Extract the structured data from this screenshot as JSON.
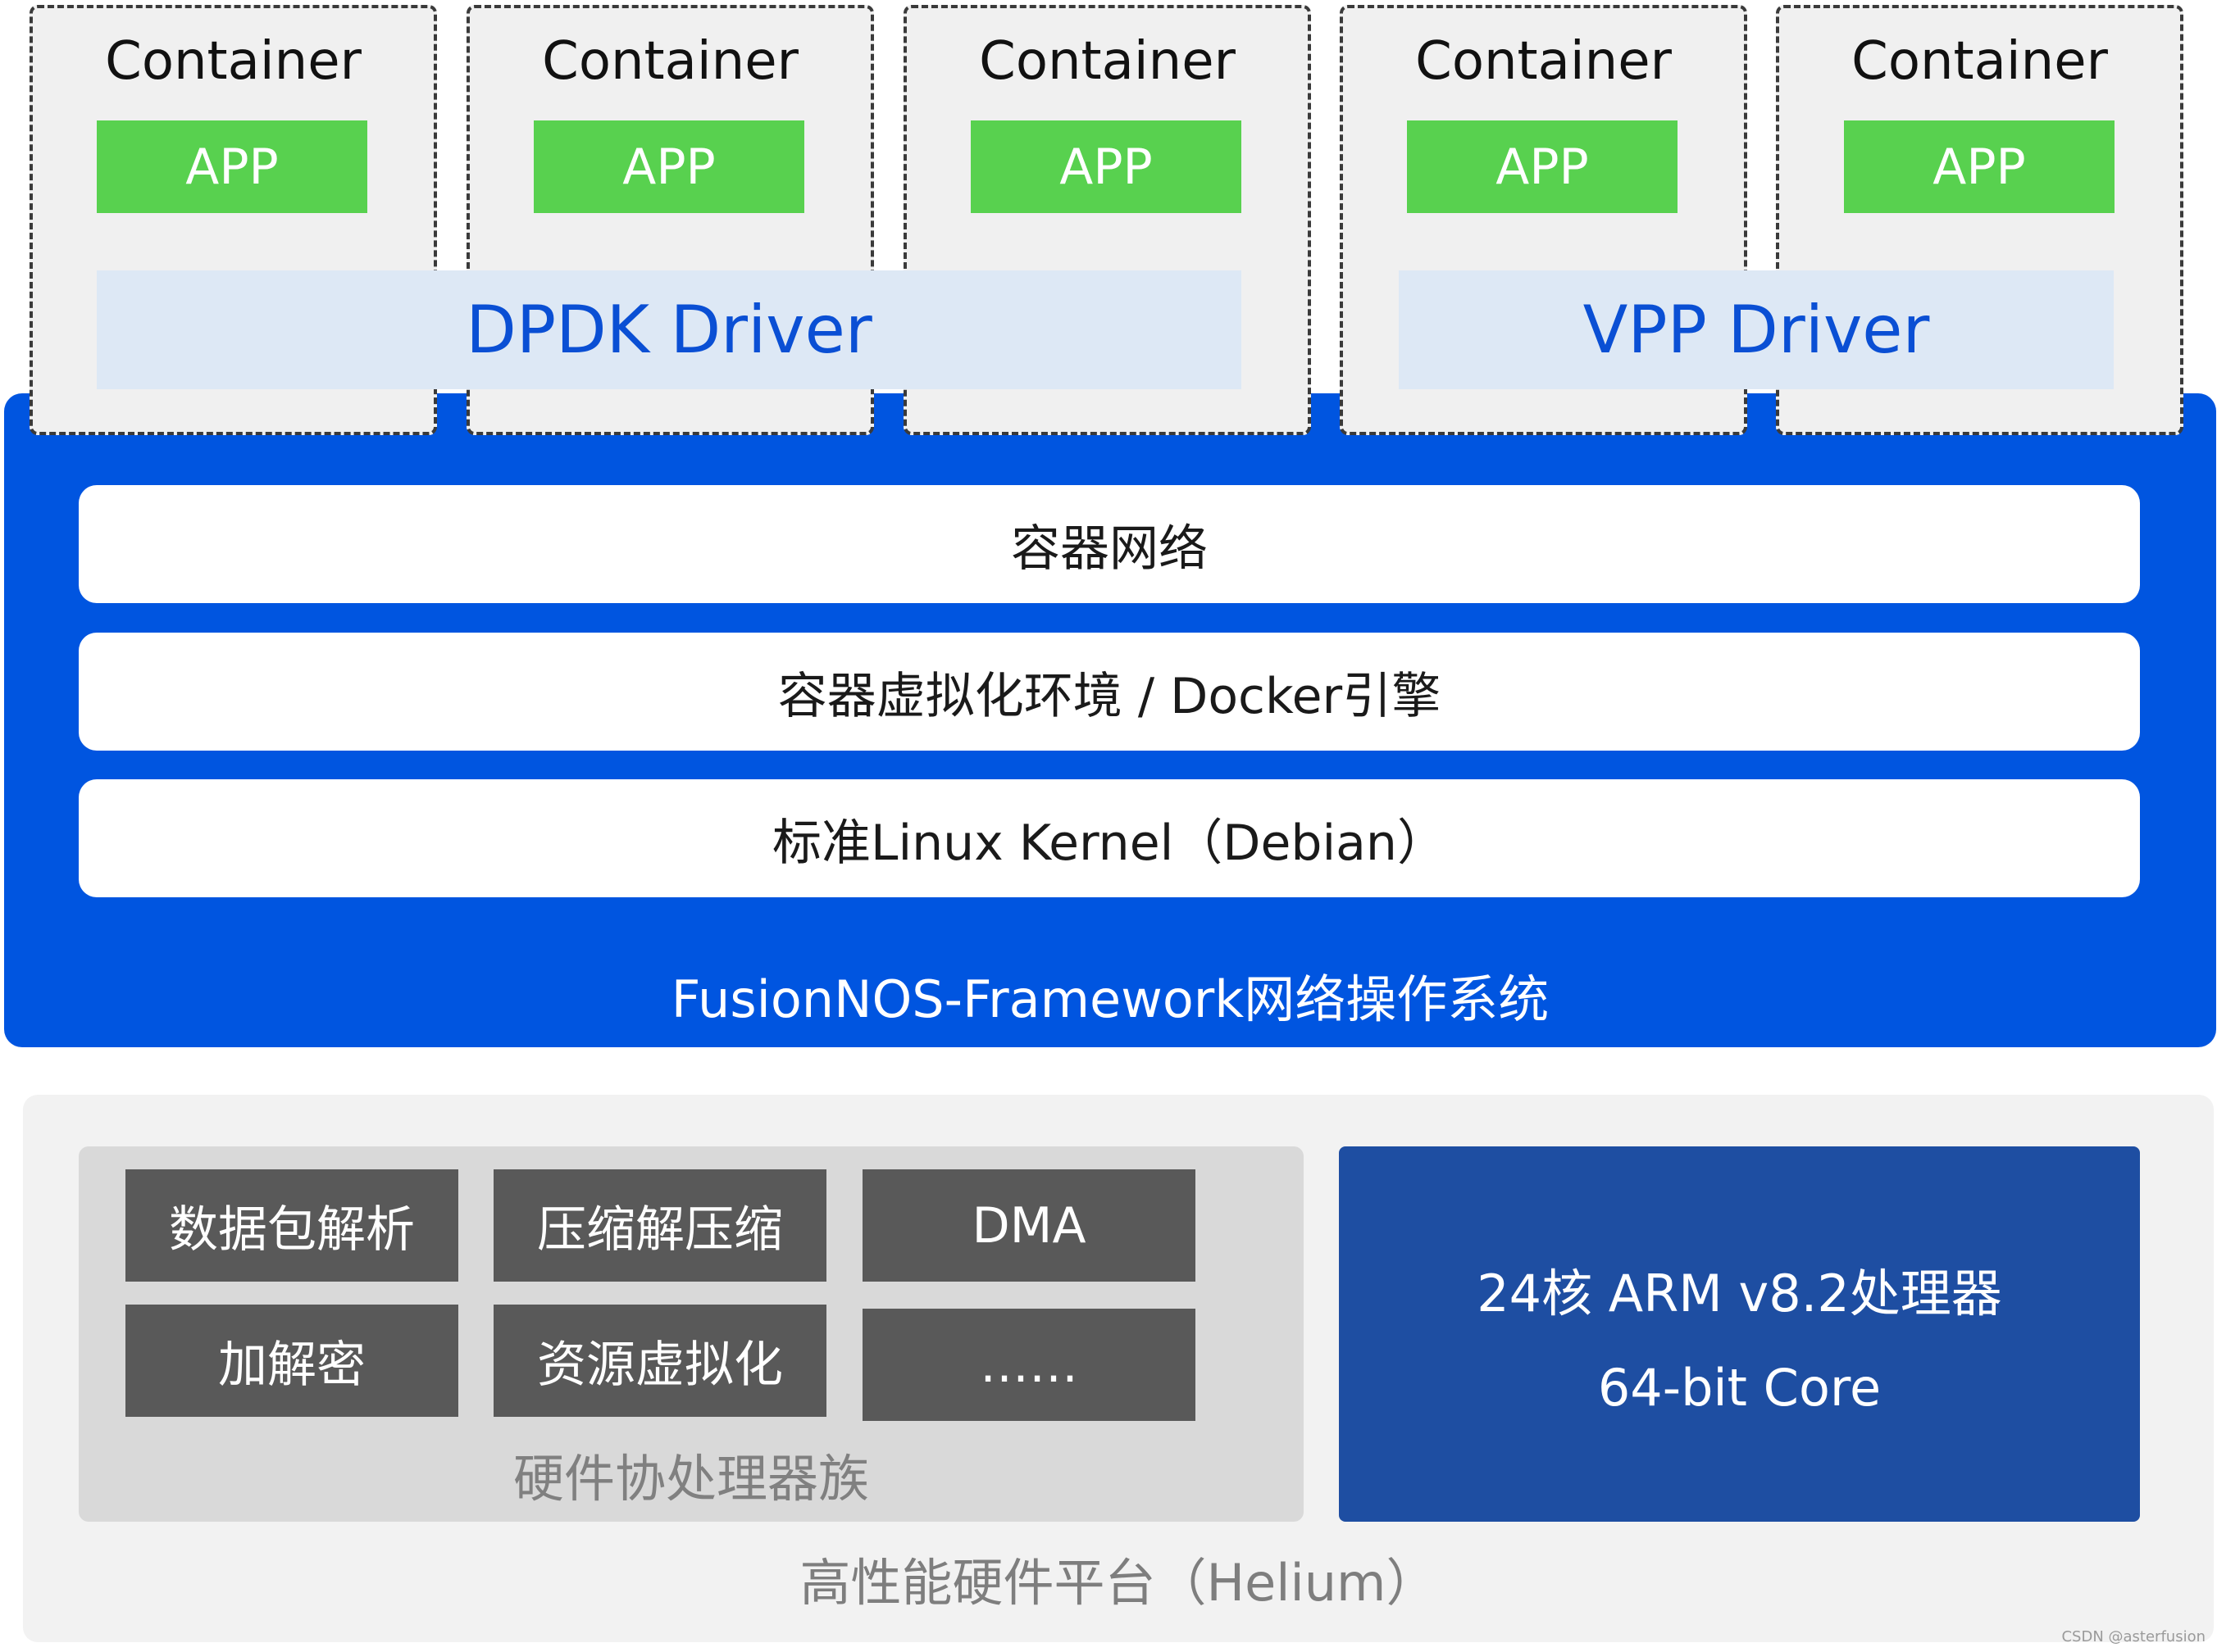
{
  "containers": [
    {
      "label": "Container",
      "app": "APP"
    },
    {
      "label": "Container",
      "app": "APP"
    },
    {
      "label": "Container",
      "app": "APP"
    },
    {
      "label": "Container",
      "app": "APP"
    },
    {
      "label": "Container",
      "app": "APP"
    }
  ],
  "drivers": {
    "dpdk": "DPDK Driver",
    "vpp": "VPP Driver"
  },
  "framework": {
    "layers": [
      "容器网络",
      "容器虚拟化环境 / Docker引擎",
      "标准Linux Kernel（Debian）"
    ],
    "title": "FusionNOS-Framework网络操作系统"
  },
  "hardware": {
    "coprocessor": {
      "modules": [
        "数据包解析",
        "压缩解压缩",
        "DMA",
        "加解密",
        "资源虚拟化",
        "……"
      ],
      "title": "硬件协处理器族"
    },
    "cpu": {
      "line1": "24核 ARM v8.2处理器",
      "line2": "64-bit Core"
    },
    "title": "高性能硬件平台（Helium）"
  },
  "watermark": "CSDN @asterfusion",
  "colors": {
    "framework_blue": "#0055e0",
    "app_green": "#58d14f",
    "driver_bg": "#dde8f5",
    "driver_text": "#0a4fd4",
    "cpu_blue": "#1e4ea2",
    "module_gray": "#595959"
  }
}
